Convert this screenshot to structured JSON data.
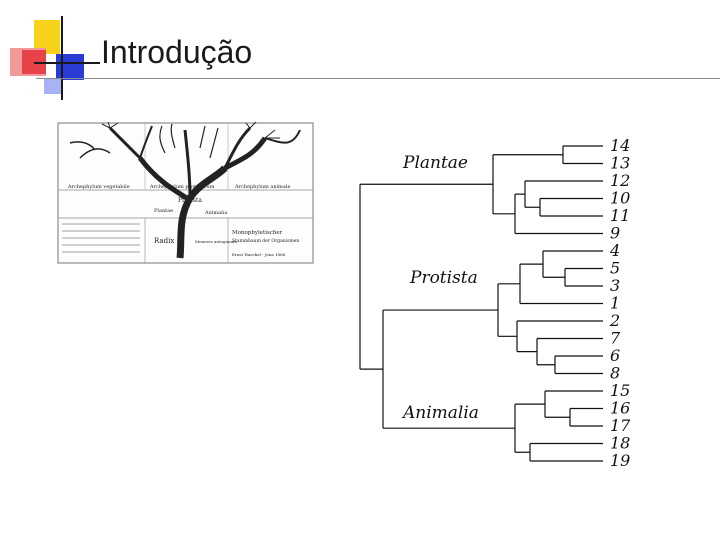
{
  "slide": {
    "title": "Introdução"
  },
  "haeckel_tree": {
    "labels": {
      "plantae": "Plantae",
      "protista": "Protista",
      "animalia": "Animalia",
      "radix": "Radix",
      "archephylum_vegetabile": "Archephylum vegetabile",
      "archephylum_protisticum": "Archephylum protisticum",
      "archephylum_animale": "Archephylum animale",
      "monophyletischer": "Monophyletischer",
      "stammbaum": "Stammbaum der Organismen",
      "moneres": "Moneres autogonum",
      "ernst_haeckel": "Ernst Haeckel - Jena 1866"
    }
  },
  "cladogram": {
    "groups": [
      "Plantae",
      "Protista",
      "Animalia"
    ],
    "leaves": [
      "14",
      "13",
      "12",
      "10",
      "11",
      "9",
      "4",
      "5",
      "3",
      "1",
      "2",
      "7",
      "6",
      "8",
      "15",
      "16",
      "17",
      "18",
      "19"
    ]
  }
}
